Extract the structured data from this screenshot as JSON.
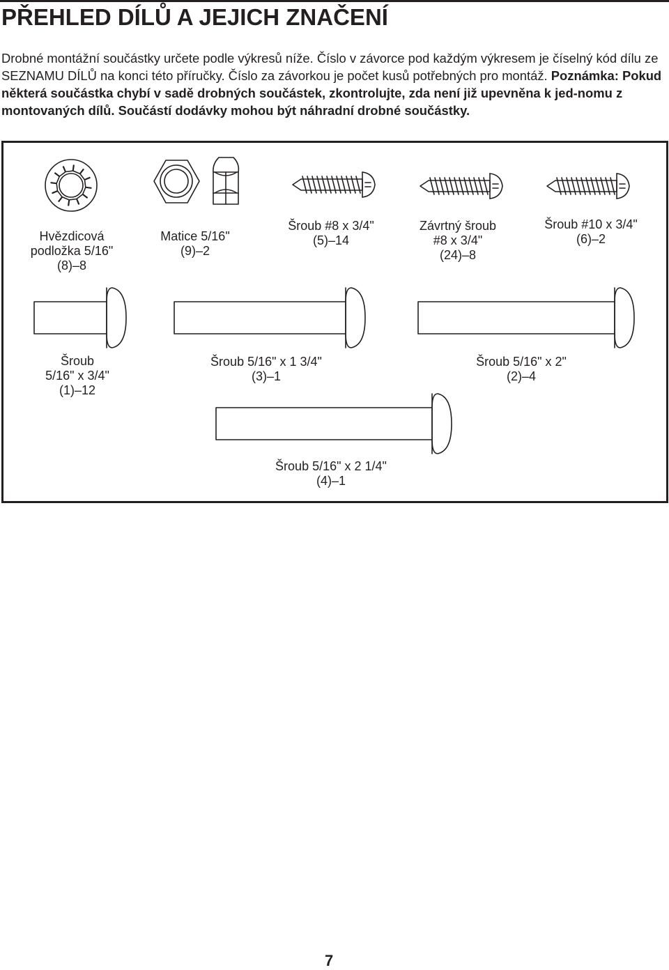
{
  "page": {
    "title": "PŘEHLED DÍLŮ A JEJICH ZNAČENÍ",
    "intro": {
      "normal": "Drobné montážní součástky určete podle výkresů níže. Číslo v závorce pod každým výkresem je číselný kód dílu ze SEZNAMU DÍLŮ na konci této příručky. Číslo za závorkou je počet kusů potřebných pro montáž.",
      "bold": "Poznámka: Pokud některá součástka chybí v sadě drobných součástek, zkontrolujte, zda není již upevněna k jed-nomu z montovaných dílů. Součástí dodávky mohou být náhradní drobné součástky."
    },
    "page_number": "7"
  },
  "parts": [
    {
      "id": "star-washer",
      "lines": [
        "Hvězdicová",
        "podložka 5/16\"",
        "(8)–8"
      ]
    },
    {
      "id": "nut",
      "lines": [
        "Matice 5/16\"",
        "(9)–2"
      ]
    },
    {
      "id": "screw-8",
      "lines": [
        "Šroub #8 x 3/4\"",
        "(5)–14"
      ]
    },
    {
      "id": "self-tapping-screw",
      "lines": [
        "Závrtný šroub",
        "#8 x 3/4\"",
        "(24)–8"
      ]
    },
    {
      "id": "screw-10",
      "lines": [
        "Šroub #10 x 3/4\"",
        "(6)–2"
      ]
    },
    {
      "id": "bolt-3-4",
      "lines": [
        "Šroub",
        "5/16\" x 3/4\"",
        "(1)–12"
      ]
    },
    {
      "id": "bolt-1-3-4",
      "lines": [
        "Šroub 5/16\" x 1 3/4\"",
        "(3)–1"
      ]
    },
    {
      "id": "bolt-2",
      "lines": [
        "Šroub 5/16\" x 2\"",
        "(2)–4"
      ]
    },
    {
      "id": "bolt-2-1-4",
      "lines": [
        "Šroub 5/16\" x 2 1/4\"",
        "(4)–1"
      ]
    }
  ]
}
